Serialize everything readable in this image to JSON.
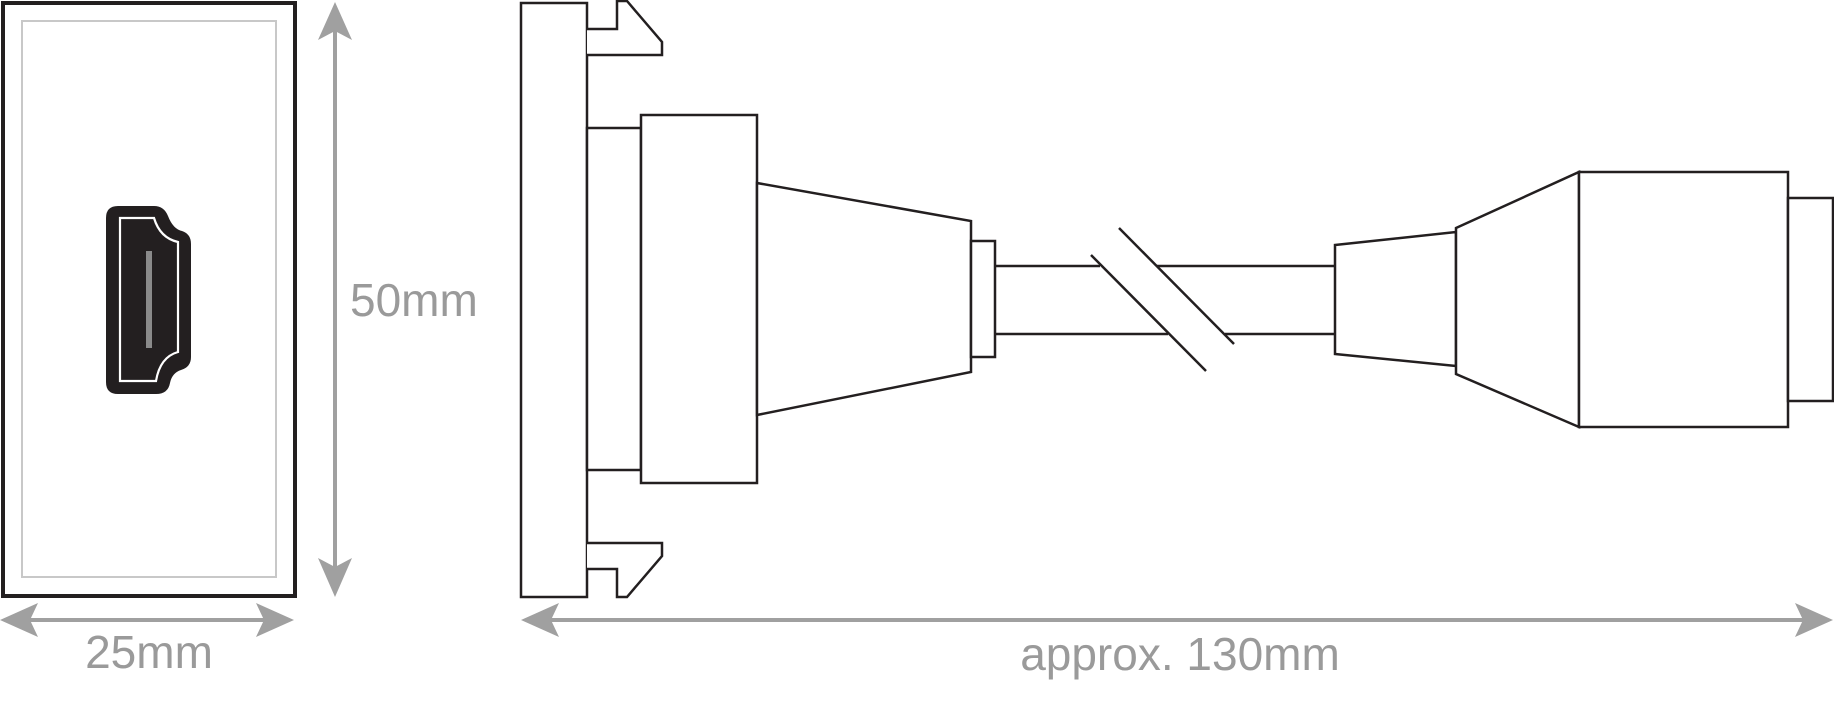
{
  "dimensions": {
    "width_label": "25mm",
    "height_label": "50mm",
    "length_label": "approx. 130mm"
  },
  "colors": {
    "line": "#231f20",
    "dimension": "#a0a0a0",
    "inner_border": "#c8c8c8",
    "port_fill": "#231f20",
    "port_pin": "#8a8a8a"
  },
  "icons": {
    "port": "hdmi-socket-icon"
  }
}
